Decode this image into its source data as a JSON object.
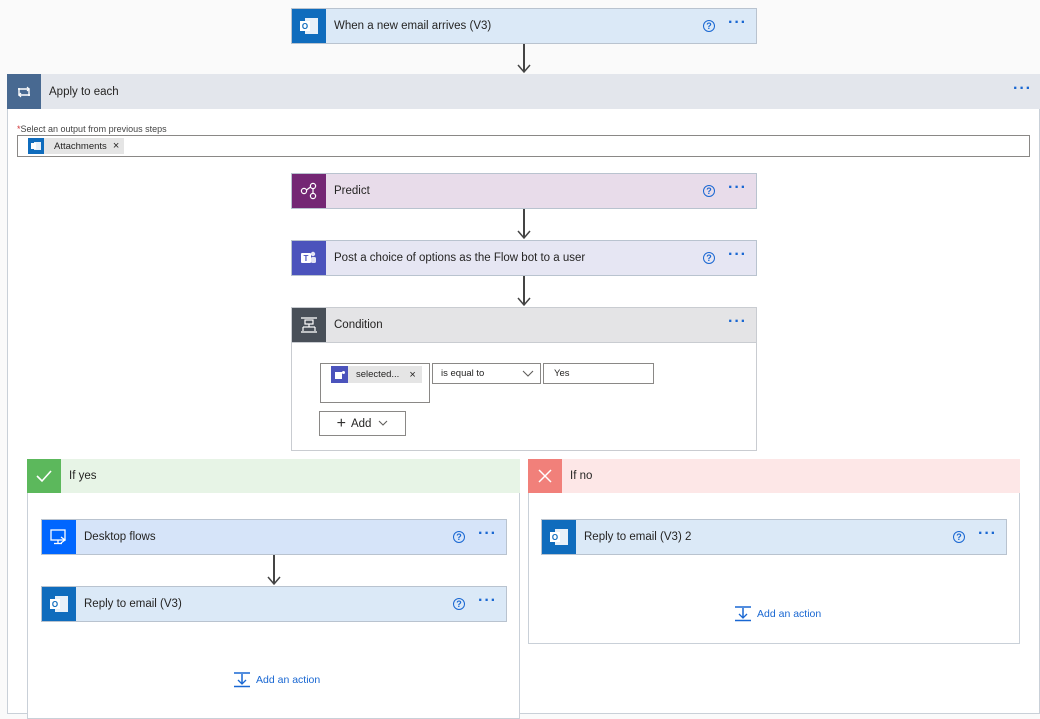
{
  "trigger": {
    "title": "When a new email arrives (V3)",
    "help": "?",
    "more": "···"
  },
  "apply_each": {
    "title": "Apply to each",
    "more": "···",
    "required_mark": "*",
    "field_label": "Select an output from previous steps",
    "token": {
      "label": "Attachments",
      "remove": "×"
    }
  },
  "predict": {
    "title": "Predict",
    "help": "?",
    "more": "···"
  },
  "post_choice": {
    "title": "Post a choice of options as the Flow bot to a user",
    "help": "?",
    "more": "···"
  },
  "condition": {
    "title": "Condition",
    "more": "···",
    "left_token": {
      "label": "selected...",
      "remove": "×"
    },
    "operator": "is equal to",
    "value": "Yes",
    "add_label": "Add"
  },
  "if_yes": {
    "header": "If yes",
    "desktop_flows": {
      "title": "Desktop flows",
      "help": "?",
      "more": "···"
    },
    "reply": {
      "title": "Reply to email (V3)",
      "help": "?",
      "more": "···"
    },
    "add_action": "Add an action"
  },
  "if_no": {
    "header": "If no",
    "reply": {
      "title": "Reply to email (V3) 2",
      "help": "?",
      "more": "···"
    },
    "add_action": "Add an action"
  },
  "colors": {
    "outlook": "#0f6cbd",
    "apply_each": "#486991",
    "predict": "#742774",
    "teams": "#4b53bc",
    "condition": "#484f58",
    "desktop": "#0066ff",
    "yes": "#5cb85c",
    "no": "#f1807a",
    "link": "#1967d2"
  }
}
